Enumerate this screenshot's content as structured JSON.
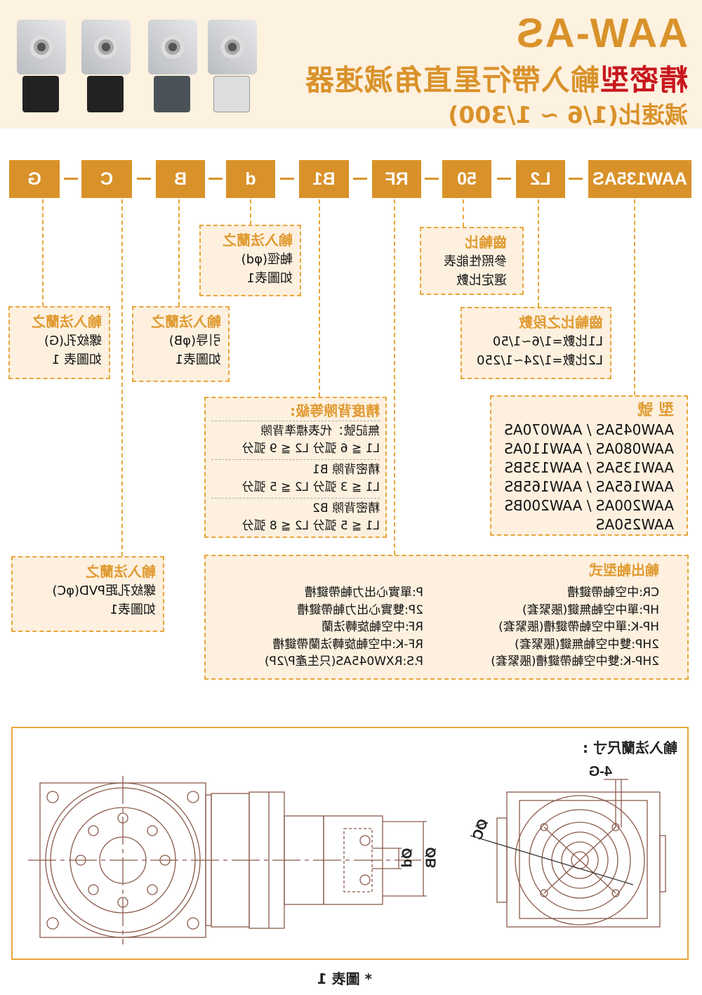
{
  "header": {
    "series": "AAW-AS",
    "title_red": "精密型",
    "title_rest": "輸入帶行星直角減速器",
    "ratio_range": "減速比(1/6 ~ 1/300)"
  },
  "codes": [
    "AAW135AS",
    "L2",
    "50",
    "RF",
    "B1",
    "d",
    "B",
    "C",
    "G"
  ],
  "boxes": {
    "gear_ratio": {
      "title": "齒輪比",
      "lines": [
        "參照性能表",
        "選定比數"
      ]
    },
    "stages": {
      "title": "齒輪比之段數",
      "lines": [
        "L1比數=1/6~1/50",
        "L2比數=1/24~1/250"
      ]
    },
    "models": {
      "title": "型 號",
      "lines": [
        "AAW045AS / AAW070AS",
        "AAW080AS / AAW110AS",
        "AAW135AS / AAW135BS",
        "AAW165AS / AAW165BS",
        "AAW200AS / AAW200BS",
        "AAW250AS"
      ]
    },
    "shaft": {
      "title": "輸入法蘭之",
      "lines": [
        "軸徑(φd)",
        "如圖表1"
      ]
    },
    "guide": {
      "title": "輸入法蘭之",
      "lines": [
        "引导(φB)",
        "如圖表1"
      ]
    },
    "thread": {
      "title": "輸入法蘭之",
      "lines": [
        "螺紋孔(G)",
        "如圖表 1"
      ]
    },
    "pcd": {
      "title": "輸入法蘭之",
      "lines": [
        "螺紋孔距PVD(φC)",
        "如圖表1"
      ]
    },
    "backlash": {
      "title": "精度背隙等級:",
      "rows": [
        [
          "無記號：代表標準背隙",
          "L1 ≦ 6 弧分  L2 ≦ 9 弧分"
        ],
        [
          "精密背隙 B1",
          "L1 ≦ 3 弧分  L2 ≦ 5 弧分"
        ],
        [
          "精密背隙 B2",
          "L1 ≦ 5 弧分  L2 ≦ 8 弧分"
        ]
      ]
    },
    "output": {
      "title": "輸出軸型式",
      "left": [
        "CR:中空軸帶鍵槽",
        "HP:單中空軸無鍵(脹緊套)",
        "HP-K:單中空軸帶鍵槽(脹緊套)",
        "2HP:雙中空軸無鍵(脹緊套)",
        "2HP-K:雙中空軸帶鍵槽(脹緊套)"
      ],
      "right": [
        "P:單實心出力軸帶鍵槽",
        "2P:雙實心出力軸帶鍵槽",
        "RF:中空軸旋轉法蘭",
        "RF-K:中空軸旋轉法蘭帶鍵槽",
        "P.S:RXW045AS(只生產P/2P)"
      ]
    }
  },
  "drawing": {
    "title": "輸入法蘭尺寸 :",
    "label_4g": "4-G",
    "label_c": "ØC",
    "label_d": "Ød",
    "label_b": "ØB"
  },
  "caption": "* 圖表 1",
  "colors": {
    "accent": "#d9922a",
    "red": "#c8161d",
    "box_bg": "#fdf0df",
    "line": "#8a5a4a"
  }
}
